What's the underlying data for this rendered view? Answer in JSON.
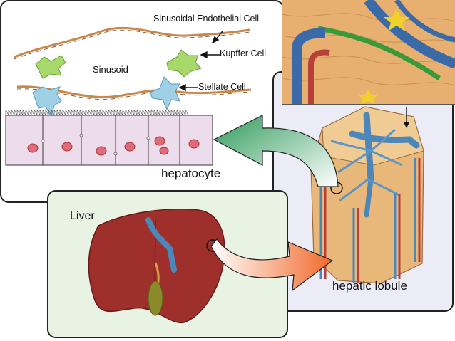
{
  "labels": {
    "sinusoidal_endothelial_cell": "Sinusoidal Endothelial Cell",
    "kupffer_cell": "Kupffer Cell",
    "stellate_cell": "Stellate Cell",
    "sinusoid": "Sinusoid",
    "hepatocyte": "hepatocyte",
    "liver": "Liver",
    "hepatic_lobule": "hepatic lobule"
  },
  "colors": {
    "endothelial": "#c8874c",
    "kupffer": "#a7d86a",
    "stellate": "#9fd0e6",
    "hepatocyte_fill": "#ecdcec",
    "nucleus": "#e06a78",
    "liver": "#9e2f2a",
    "portal_vein": "#4d86b8",
    "gallbladder": "#8a8a2a",
    "green_arrow": "#4caa6a",
    "orange_arrow": "#f07a3c"
  }
}
